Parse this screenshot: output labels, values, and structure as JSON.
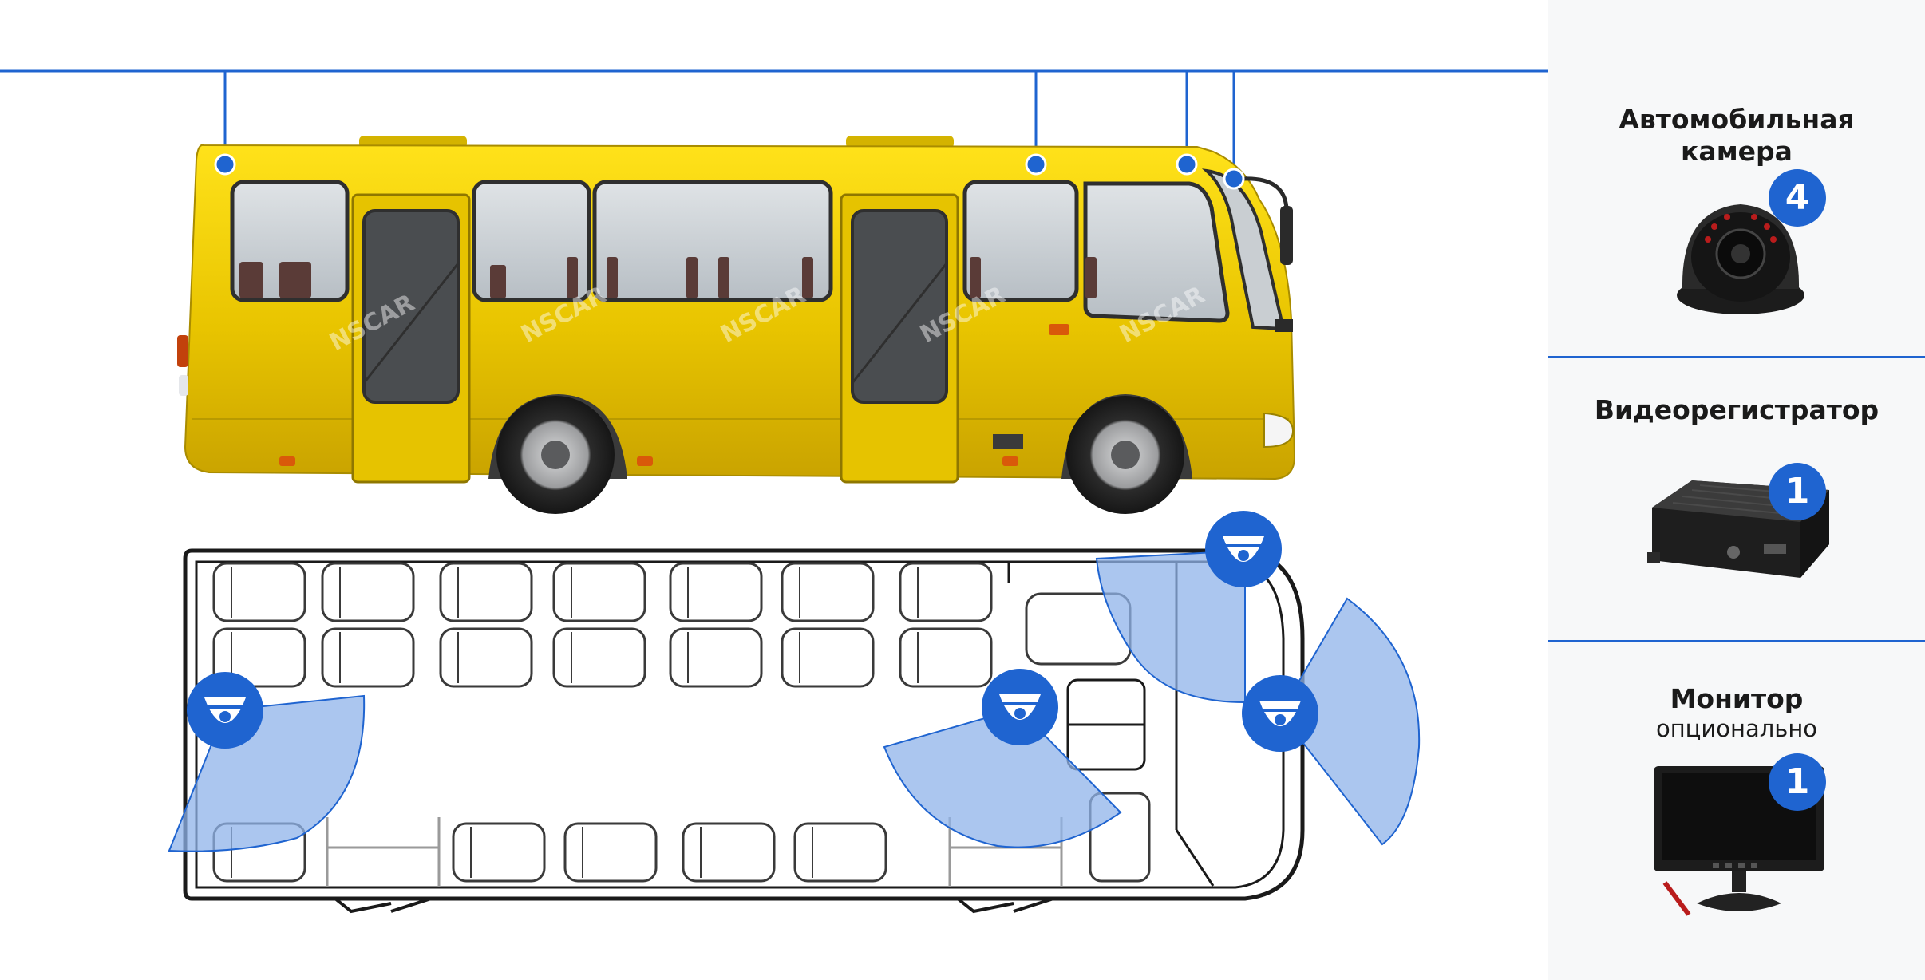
{
  "colors": {
    "accent": "#1f64d0",
    "bus_body": "#f0cd00",
    "coverage": "#8fb3ea"
  },
  "watermark": "NSCAR",
  "equipment": [
    {
      "title_line1": "Автомобильная",
      "title_line2": "камера",
      "subtitle": "",
      "count": "4",
      "icon": "dome-camera-icon"
    },
    {
      "title_line1": "Видеорегистратор",
      "title_line2": "",
      "subtitle": "",
      "count": "1",
      "icon": "video-recorder-icon"
    },
    {
      "title_line1": "Монитор",
      "title_line2": "",
      "subtitle": "опционально",
      "count": "1",
      "icon": "monitor-icon"
    }
  ]
}
